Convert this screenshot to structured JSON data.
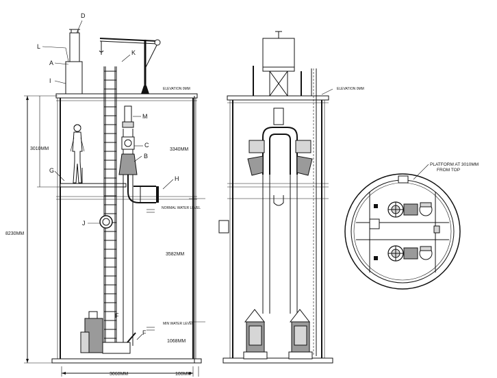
{
  "side_view": {
    "callouts": [
      "A",
      "B",
      "C",
      "D",
      "F",
      "F",
      "G",
      "H",
      "I",
      "J",
      "K",
      "L",
      "M"
    ],
    "elevation_label": "ELEVATION 0MM",
    "normal_water_label": "NORMAL WATER LEVEL",
    "min_water_label": "MIN WATER LEVEL",
    "dims": {
      "total": "8230MM",
      "platform": "3010MM",
      "upper": "3340MM",
      "middle": "3582MM",
      "lower": "1068MM",
      "width": "3060MM",
      "offset": "100MM"
    }
  },
  "front_view": {
    "elevation_label": "ELEVATION 0MM"
  },
  "plan_view": {
    "note_line1": "PLATFORM AT 3010MM",
    "note_line2": "FROM TOP"
  }
}
